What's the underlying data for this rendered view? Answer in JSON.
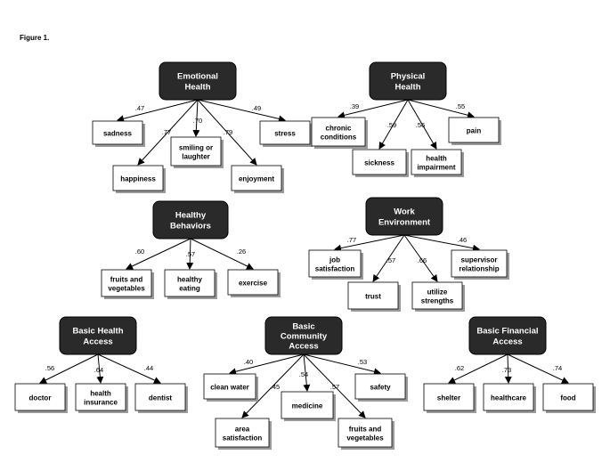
{
  "figure_label": "Figure 1.",
  "factors": [
    {
      "id": "emotional",
      "label": [
        "Emotional",
        "Health"
      ],
      "indicators": [
        {
          "label": [
            "sadness"
          ],
          "loading": ".47"
        },
        {
          "label": [
            "happiness"
          ],
          "loading": ".77"
        },
        {
          "label": [
            "smiling or",
            "laughter"
          ],
          "loading": ".70"
        },
        {
          "label": [
            "enjoyment"
          ],
          "loading": ".79"
        },
        {
          "label": [
            "stress"
          ],
          "loading": ".49"
        }
      ]
    },
    {
      "id": "physical",
      "label": [
        "Physical",
        "Health"
      ],
      "indicators": [
        {
          "label": [
            "chronic",
            "conditions"
          ],
          "loading": ".39"
        },
        {
          "label": [
            "sickness"
          ],
          "loading": ".59"
        },
        {
          "label": [
            "health",
            "impairment"
          ],
          "loading": ".56"
        },
        {
          "label": [
            "pain"
          ],
          "loading": ".55"
        }
      ]
    },
    {
      "id": "behaviors",
      "label": [
        "Healthy",
        "Behaviors"
      ],
      "indicators": [
        {
          "label": [
            "fruits and",
            "vegetables"
          ],
          "loading": ".60"
        },
        {
          "label": [
            "healthy",
            "eating"
          ],
          "loading": ".57"
        },
        {
          "label": [
            "exercise"
          ],
          "loading": ".26"
        }
      ]
    },
    {
      "id": "work",
      "label": [
        "Work",
        "Environment"
      ],
      "indicators": [
        {
          "label": [
            "job",
            "satisfaction"
          ],
          "loading": ".77"
        },
        {
          "label": [
            "trust"
          ],
          "loading": ".57"
        },
        {
          "label": [
            "utilize",
            "strengths"
          ],
          "loading": ".66"
        },
        {
          "label": [
            "supervisor",
            "relationship"
          ],
          "loading": ".46"
        }
      ]
    },
    {
      "id": "healthaccess",
      "label": [
        "Basic Health",
        "Access"
      ],
      "indicators": [
        {
          "label": [
            "doctor"
          ],
          "loading": ".56"
        },
        {
          "label": [
            "health",
            "insurance"
          ],
          "loading": ".64"
        },
        {
          "label": [
            "dentist"
          ],
          "loading": ".44"
        }
      ]
    },
    {
      "id": "community",
      "label": [
        "Basic",
        "Community",
        "Access"
      ],
      "indicators": [
        {
          "label": [
            "clean water"
          ],
          "loading": ".40"
        },
        {
          "label": [
            "area",
            "satisfaction"
          ],
          "loading": ".45"
        },
        {
          "label": [
            "medicine"
          ],
          "loading": ".54"
        },
        {
          "label": [
            "fruits and",
            "vegetables"
          ],
          "loading": ".57"
        },
        {
          "label": [
            "safety"
          ],
          "loading": ".53"
        }
      ]
    },
    {
      "id": "financial",
      "label": [
        "Basic Financial",
        "Access"
      ],
      "indicators": [
        {
          "label": [
            "shelter"
          ],
          "loading": ".62"
        },
        {
          "label": [
            "healthcare"
          ],
          "loading": ".73"
        },
        {
          "label": [
            "food"
          ],
          "loading": ".74"
        }
      ]
    }
  ]
}
